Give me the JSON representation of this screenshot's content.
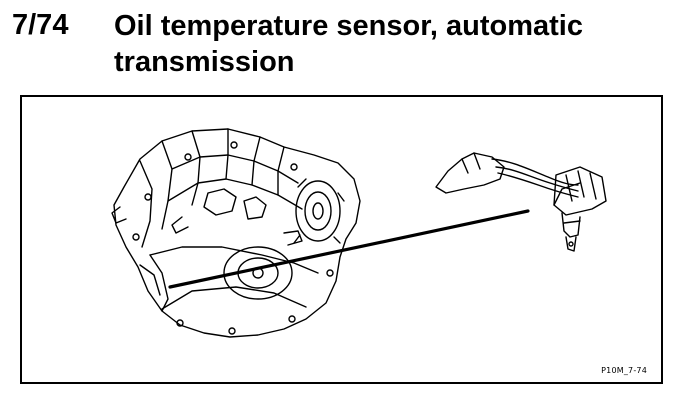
{
  "heading": {
    "number": "7/74",
    "title": "Oil temperature sensor, automatic transmission"
  },
  "figure": {
    "reference_code": "P10M_7-74",
    "line_color": "#000000",
    "background_color": "#ffffff"
  }
}
